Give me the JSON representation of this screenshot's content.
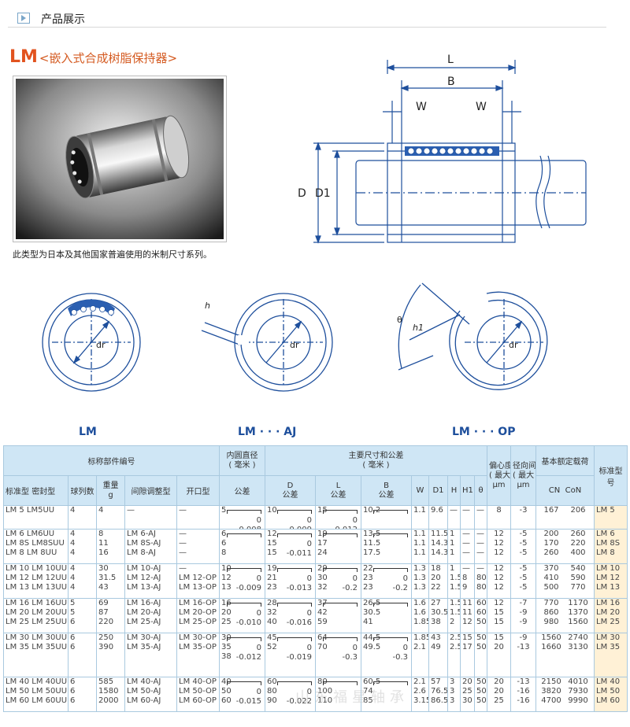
{
  "section": {
    "title": "产品展示"
  },
  "product": {
    "code": "LM",
    "name": "<嵌入式合成树脂保持器>",
    "caption": "此类型为日本及其他国家普遍使用的米制尺寸系列。"
  },
  "drawing": {
    "L": "L",
    "B": "B",
    "W": "W",
    "D": "D",
    "D1": "D1",
    "h": "h",
    "h1": "h1",
    "dr": "dr",
    "theta": "θ",
    "label_lm": "LM",
    "label_aj": "LM · · · AJ",
    "label_op": "LM · · · OP"
  },
  "table": {
    "h_nominal": "标称部件编号",
    "h_bore": "内圆直径",
    "h_bore_unit": "( 毫米 )",
    "h_main": "主要尺寸和公差",
    "h_main_unit": "( 毫米 )",
    "h_ecc": "偏心度",
    "h_ecc_unit": "( 最大 )",
    "h_clr": "径向间隙",
    "h_clr_unit": "( 最大 )",
    "h_load": "基本额定载荷",
    "h_std": "标准型号",
    "h_std_type": "标准型",
    "h_seal_type": "密封型",
    "h_balls": "球列数",
    "h_weight": "重量",
    "h_weight_unit": "g",
    "h_adj": "间隙调整型",
    "h_open": "开口型",
    "h_tol": "公差",
    "h_D": "D",
    "h_D_tol": "公差",
    "h_L": "L",
    "h_L_tol": "公差",
    "h_B": "B",
    "h_B_tol": "公差",
    "h_W": "W",
    "h_D1": "D1",
    "h_H": "H",
    "h_H1": "H1",
    "h_theta": "θ",
    "h_um1": "μm",
    "h_um2": "μm",
    "h_cn": "CN",
    "h_con": "CoN",
    "r1": {
      "names": [
        "LM 5   LM5UU"
      ],
      "balls": [
        "4"
      ],
      "wt": [
        "4"
      ],
      "adj": [
        "—"
      ],
      "open": [
        "—"
      ],
      "bore": [
        "5"
      ],
      "bore_tol": [
        "0",
        "-0.008"
      ],
      "D": [
        "10"
      ],
      "D_tol": [
        "0",
        "-0.009"
      ],
      "L": [
        "15"
      ],
      "L_tol": [
        "0",
        "-0.012"
      ],
      "B": [
        "10.2"
      ],
      "B_tol": [
        ""
      ],
      "W": [
        "1.1"
      ],
      "D1": [
        "9.6"
      ],
      "H": [
        "—"
      ],
      "H1": [
        "—"
      ],
      "th": [
        "—"
      ],
      "ecc": [
        "8"
      ],
      "clr": [
        "-3"
      ],
      "cn": [
        "167"
      ],
      "con": [
        "206"
      ],
      "std": [
        "LM 5"
      ]
    },
    "r2": {
      "names": [
        "LM 6   LM6UU",
        "LM 8S  LM8SUU",
        "LM 8   LM 8UU"
      ],
      "balls": [
        "4",
        "4",
        "4"
      ],
      "wt": [
        "8",
        "11",
        "16"
      ],
      "adj": [
        "LM 6-AJ",
        "LM 8S-AJ",
        "LM 8-AJ"
      ],
      "open": [
        "—",
        "—",
        "—"
      ],
      "bore": [
        "6",
        "6",
        "8"
      ],
      "bore_tol": [
        ""
      ],
      "D": [
        "12",
        "15",
        "15"
      ],
      "D_tol": [
        "0",
        "-0.011"
      ],
      "L": [
        "19",
        "17",
        "24"
      ],
      "L_tol": [
        ""
      ],
      "B": [
        "13.5",
        "11.5",
        "17.5"
      ],
      "B_tol": [
        ""
      ],
      "W": [
        "1.1",
        "1.1",
        "1.1"
      ],
      "D1": [
        "11.5",
        "14.3",
        "14.3"
      ],
      "H": [
        "1",
        "1",
        "1"
      ],
      "H1": [
        "—",
        "—",
        "—"
      ],
      "th": [
        "—",
        "—",
        "—"
      ],
      "ecc": [
        "12",
        "12",
        "12"
      ],
      "clr": [
        "-5",
        "-5",
        "-5"
      ],
      "cn": [
        "200",
        "170",
        "260"
      ],
      "con": [
        "260",
        "220",
        "400"
      ],
      "std": [
        "LM 6",
        "LM 8S",
        "LM 8"
      ]
    },
    "r3": {
      "names": [
        "LM 10  LM 10UU",
        "LM 12  LM 12UU",
        "LM 13  LM 13UU"
      ],
      "balls": [
        "4",
        "4",
        "4"
      ],
      "wt": [
        "30",
        "31.5",
        "43"
      ],
      "adj": [
        "LM 10-AJ",
        "LM 12-AJ",
        "LM 13-AJ"
      ],
      "open": [
        "—",
        "LM 12-OP",
        "LM 13-OP"
      ],
      "bore": [
        "10",
        "12",
        "13"
      ],
      "bore_tol": [
        "0",
        "-0.009"
      ],
      "D": [
        "19",
        "21",
        "23"
      ],
      "D_tol": [
        "0",
        "-0.013"
      ],
      "L": [
        "29",
        "30",
        "32"
      ],
      "L_tol": [
        "0",
        "-0.2"
      ],
      "B": [
        "22",
        "23",
        "23"
      ],
      "B_tol": [
        "0",
        "-0.2"
      ],
      "W": [
        "1.3",
        "1.3",
        "1.3"
      ],
      "D1": [
        "18",
        "20",
        "22"
      ],
      "H": [
        "1",
        "1.5",
        "1.5"
      ],
      "H1": [
        "—",
        "8",
        "9"
      ],
      "th": [
        "—",
        "80°",
        "80°"
      ],
      "ecc": [
        "12",
        "12",
        "12"
      ],
      "clr": [
        "-5",
        "-5",
        "-5"
      ],
      "cn": [
        "370",
        "410",
        "500"
      ],
      "con": [
        "540",
        "590",
        "770"
      ],
      "std": [
        "LM 10",
        "LM 12",
        "LM 13"
      ]
    },
    "r4": {
      "names": [
        "LM 16  LM 16UU",
        "LM 20  LM 20UU",
        "LM 25  LM 25UU"
      ],
      "balls": [
        "5",
        "5",
        "6"
      ],
      "wt": [
        "69",
        "87",
        "220"
      ],
      "adj": [
        "LM 16-AJ",
        "LM 20-AJ",
        "LM 25-AJ"
      ],
      "open": [
        "LM 16-OP",
        "LM 20-OP",
        "LM 25-OP"
      ],
      "bore": [
        "16",
        "20",
        "25"
      ],
      "bore_tol": [
        "0",
        "-0.010"
      ],
      "D": [
        "28",
        "32",
        "40"
      ],
      "D_tol": [
        "0",
        "-0.016"
      ],
      "L": [
        "37",
        "42",
        "59"
      ],
      "L_tol": [
        ""
      ],
      "B": [
        "26.5",
        "30.5",
        "41"
      ],
      "B_tol": [
        ""
      ],
      "W": [
        "1.6",
        "1.6",
        "1.85"
      ],
      "D1": [
        "27",
        "30.5",
        "38"
      ],
      "H": [
        "1.5",
        "1.5",
        "2"
      ],
      "H1": [
        "11",
        "11",
        "12"
      ],
      "th": [
        "60°",
        "60°",
        "50°"
      ],
      "ecc": [
        "12",
        "15",
        "15"
      ],
      "clr": [
        "-7",
        "-9",
        "-9"
      ],
      "cn": [
        "770",
        "860",
        "980"
      ],
      "con": [
        "1170",
        "1370",
        "1560"
      ],
      "std": [
        "LM 16",
        "LM 20",
        "LM 25"
      ]
    },
    "r5": {
      "names": [
        "LM 30  LM 30UU",
        "LM 35  LM 35UU"
      ],
      "balls": [
        "6",
        "6"
      ],
      "wt": [
        "250",
        "390"
      ],
      "adj": [
        "LM 30-AJ",
        "LM 35-AJ"
      ],
      "open": [
        "LM 30-OP",
        "LM 35-OP"
      ],
      "bore": [
        "30",
        "35",
        "38"
      ],
      "bore_tol": [
        "0",
        "-0.012"
      ],
      "D": [
        "45",
        "52"
      ],
      "D_tol": [
        "0",
        "-0.019"
      ],
      "L": [
        "64",
        "70"
      ],
      "L_tol": [
        "0",
        "-0.3"
      ],
      "B": [
        "44.5",
        "49.5"
      ],
      "B_tol": [
        "0",
        "-0.3"
      ],
      "W": [
        "1.85",
        "2.1"
      ],
      "D1": [
        "43",
        "49"
      ],
      "H": [
        "2.5",
        "2.5"
      ],
      "H1": [
        "15",
        "17"
      ],
      "th": [
        "50°",
        "50°"
      ],
      "ecc": [
        "15",
        "20"
      ],
      "clr": [
        "-9",
        "-13"
      ],
      "cn": [
        "1560",
        "1660"
      ],
      "con": [
        "2740",
        "3130"
      ],
      "std": [
        "LM 30",
        "LM 35"
      ]
    },
    "r6": {
      "names": [
        "LM 40  LM 40UU",
        "LM 50  LM 50UU",
        "LM 60  LM 60UU"
      ],
      "balls": [
        "6",
        "6",
        "6"
      ],
      "wt": [
        "585",
        "1580",
        "2000"
      ],
      "adj": [
        "LM 40-AJ",
        "LM 50-AJ",
        "LM 60-AJ"
      ],
      "open": [
        "LM 40-OP",
        "LM 50-OP",
        "LM 60-OP"
      ],
      "bore": [
        "40",
        "50",
        "60"
      ],
      "bore_tol": [
        "0",
        "-0.015"
      ],
      "D": [
        "60",
        "80",
        "90"
      ],
      "D_tol": [
        "0",
        "-0.022"
      ],
      "L": [
        "80",
        "100",
        "110"
      ],
      "L_tol": [
        ""
      ],
      "B": [
        "60.5",
        "74",
        "85"
      ],
      "B_tol": [
        ""
      ],
      "W": [
        "2.1",
        "2.6",
        "3.15"
      ],
      "D1": [
        "57",
        "76.5",
        "86.5"
      ],
      "H": [
        "3",
        "3",
        "3"
      ],
      "H1": [
        "20",
        "25",
        "30"
      ],
      "th": [
        "50°",
        "50°",
        "50°"
      ],
      "ecc": [
        "20",
        "20",
        "25"
      ],
      "clr": [
        "-13",
        "-16",
        "-16"
      ],
      "cn": [
        "2150",
        "3820",
        "4700"
      ],
      "con": [
        "4010",
        "7930",
        "9990"
      ],
      "std": [
        "LM 40",
        "LM 50",
        "LM 60"
      ]
    }
  },
  "watermark": "山东福星轴承",
  "colors": {
    "accent": "#e2531f",
    "header_bg": "#cfe6f5",
    "std_bg": "#fff1d6",
    "grid": "#a9c9df",
    "drawing": "#1e4f9c"
  }
}
